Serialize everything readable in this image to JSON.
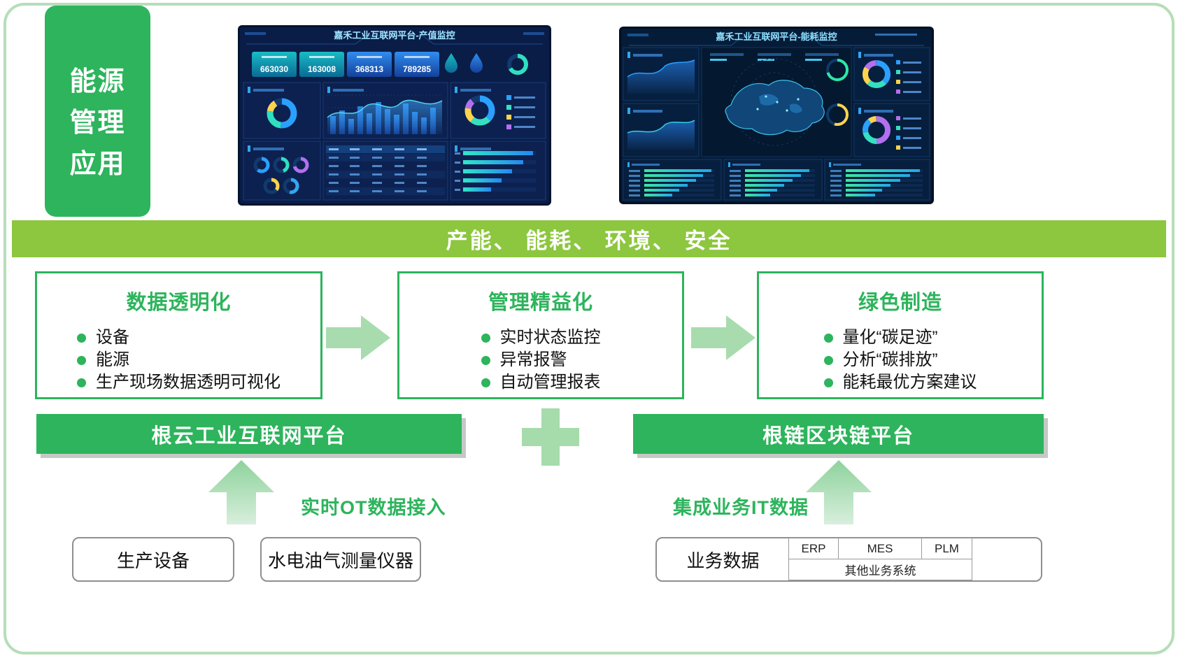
{
  "header": {
    "title_lines": [
      "能源",
      "管理",
      "应用"
    ]
  },
  "banner": {
    "text": "产能、 能耗、 环境、 安全"
  },
  "dashboards": {
    "left": {
      "title": "嘉禾工业互联网平台-产值监控",
      "stats": [
        "663030",
        "163008",
        "368313",
        "789285"
      ]
    },
    "right": {
      "title": "嘉禾工业互联网平台-能耗监控"
    }
  },
  "features": [
    {
      "title": "数据透明化",
      "items": [
        "设备",
        "能源",
        "生产现场数据透明可视化"
      ]
    },
    {
      "title": "管理精益化",
      "items": [
        "实时状态监控",
        "异常报警",
        "自动管理报表"
      ]
    },
    {
      "title": "绿色制造",
      "items": [
        "量化“碳足迹”",
        "分析“碳排放”",
        "能耗最优方案建议"
      ]
    }
  ],
  "platforms": {
    "left": "根云工业互联网平台",
    "right": "根链区块链平台"
  },
  "flows": {
    "ot": "实时OT数据接入",
    "it": "集成业务IT数据"
  },
  "sources": {
    "production_equipment": "生产设备",
    "meters": "水电油气测量仪器",
    "business_data": "业务数据",
    "systems": [
      "ERP",
      "MES",
      "PLM"
    ],
    "other_systems": "其他业务系统"
  },
  "colors": {
    "green": "#2db45c",
    "banner_green": "#8dc63f",
    "light_green": "#a6dcab",
    "dashboard_navy": "#0a1d47"
  }
}
